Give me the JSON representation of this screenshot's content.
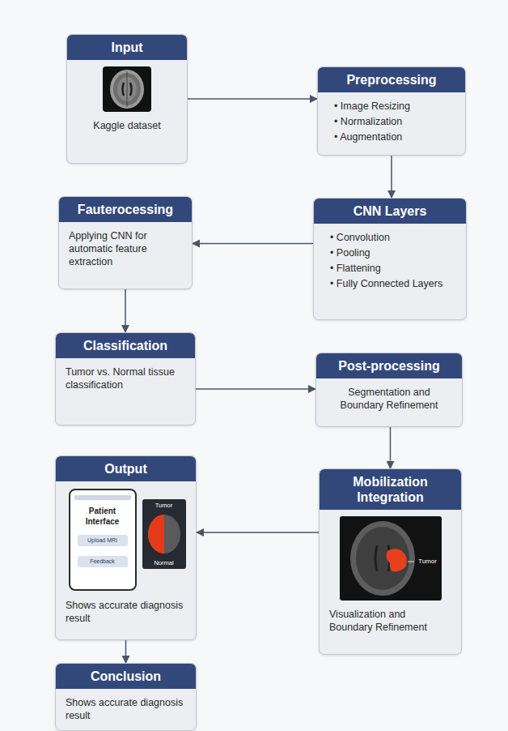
{
  "diagram": {
    "nodes": [
      {
        "text": [
          "Input",
          "Kaggle dataset"
        ]
      },
      {
        "text": [
          "Preprocessing",
          "• Image Resizing",
          "• Normalization",
          "• Augmentation"
        ]
      },
      {
        "text": [
          "Fauterocessing",
          "Applying CNN for automatic feature extraction"
        ]
      },
      {
        "text": [
          "CNN Layers",
          "• Convolution",
          "• Pooling",
          "• Flattening",
          "• Fully Connected Layers"
        ]
      },
      {
        "text": [
          "Classification",
          "Tumor vs. Normal tissue classification"
        ]
      },
      {
        "text": [
          "Post-processing",
          "Segmentation and Boundary Refinement"
        ]
      },
      {
        "text": [
          "Mobilization Integration",
          "Visualization and Boundary Refinement"
        ]
      },
      {
        "text": [
          "Output",
          "Shows accurate diagnosis result"
        ]
      },
      {
        "text": [
          "Conclusion",
          "Shows accurate diagnosis result"
        ]
      }
    ],
    "edges": [
      {
        "from": 0,
        "to": 1,
        "arrow": "to"
      },
      {
        "from": 1,
        "to": 3,
        "arrow": "to"
      },
      {
        "from": 3,
        "to": 2,
        "arrow": "to"
      },
      {
        "from": 2,
        "to": 4,
        "arrow": "to"
      },
      {
        "from": 4,
        "to": 5,
        "arrow": "to"
      },
      {
        "from": 5,
        "to": 6,
        "arrow": "to"
      },
      {
        "from": 6,
        "to": 7,
        "arrow": "to"
      },
      {
        "from": 7,
        "to": 8,
        "arrow": "to"
      }
    ],
    "labels": [
      "Patient Interface",
      "Upload MRI",
      "Feedback",
      "Tumor",
      "Normal",
      "Tumor"
    ]
  }
}
